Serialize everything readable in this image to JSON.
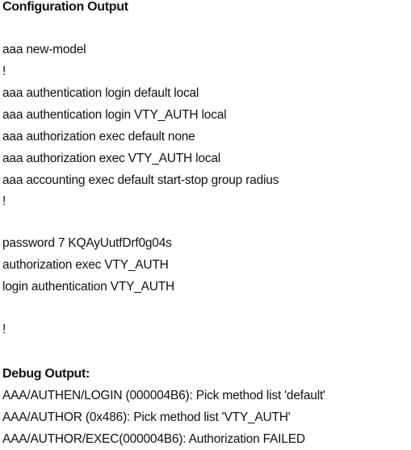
{
  "config_section": {
    "heading": "Configuration Output",
    "lines": [
      "aaa new-model",
      "!",
      "aaa authentication login default local",
      "aaa authentication login VTY_AUTH local",
      "aaa authorization exec default none",
      "aaa authorization exec VTY_AUTH local",
      "aaa accounting exec default start-stop group radius",
      "!",
      "password 7 KQAyUutfDrf0g04s",
      "authorization exec VTY_AUTH",
      "login authentication VTY_AUTH",
      "!"
    ]
  },
  "debug_section": {
    "heading": "Debug Output:",
    "lines": [
      "AAA/AUTHEN/LOGIN (000004B6): Pick method list 'default'",
      "AAA/AUTHOR (0x486): Pick method list 'VTY_AUTH'",
      "AAA/AUTHOR/EXEC(000004B6): Authorization FAILED"
    ]
  }
}
